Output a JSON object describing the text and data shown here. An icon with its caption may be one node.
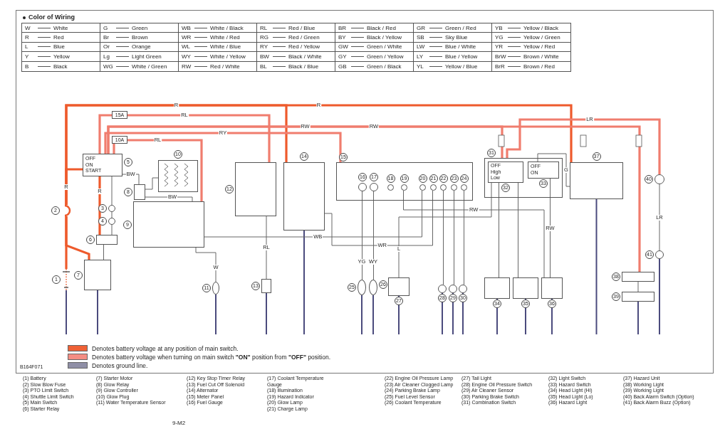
{
  "diagram": {
    "nodes": [
      {
        "text": [],
        "shape": "battery",
        "beside": [
          "1"
        ]
      },
      {
        "text": [],
        "shape": "fuse",
        "beside": [
          "2"
        ]
      },
      {
        "text": [
          "OFF",
          "ON",
          "START"
        ],
        "beside": [
          "5"
        ]
      },
      {
        "text": [],
        "shape": "box",
        "beside": [
          "8"
        ]
      },
      {
        "text": [],
        "shape": "coil",
        "beside": [
          "10"
        ]
      },
      {
        "text": [],
        "shape": "circle",
        "beside": [
          "3"
        ]
      },
      {
        "text": [],
        "shape": "circle",
        "beside": [
          "4"
        ]
      },
      {
        "text": [],
        "shape": "box",
        "beside": [
          "6"
        ]
      },
      {
        "text": [],
        "shape": "box",
        "beside": [
          "7"
        ]
      },
      {
        "text": [],
        "shape": "box",
        "beside": [
          "9"
        ]
      },
      {
        "text": [],
        "shape": "circle",
        "beside": [
          "11"
        ]
      },
      {
        "text": [],
        "shape": "box",
        "beside": [
          "12"
        ]
      },
      {
        "text": [],
        "shape": "box",
        "beside": [
          "13"
        ]
      },
      {
        "text": [],
        "shape": "box",
        "beside": [
          "14"
        ]
      },
      {
        "text": [],
        "shape": "box",
        "beside": [
          "15"
        ]
      },
      {
        "text": [],
        "shape": "circle",
        "in": 14,
        "beside": [
          "16"
        ]
      },
      {
        "text": [],
        "shape": "circle",
        "in": 14,
        "beside": [
          "17"
        ]
      },
      {
        "text": [],
        "shape": "circle",
        "in": 14,
        "beside": [
          "18"
        ]
      },
      {
        "text": [],
        "shape": "circle",
        "in": 14,
        "beside": [
          "19"
        ]
      },
      {
        "text": [],
        "shape": "circle",
        "in": 14,
        "beside": [
          "20"
        ]
      },
      {
        "text": [],
        "shape": "circle",
        "in": 14,
        "beside": [
          "21"
        ]
      },
      {
        "text": [],
        "shape": "circle",
        "in": 14,
        "beside": [
          "22"
        ]
      },
      {
        "text": [],
        "shape": "circle",
        "in": 14,
        "beside": [
          "23"
        ]
      },
      {
        "text": [],
        "shape": "circle",
        "in": 14,
        "beside": [
          "24"
        ]
      },
      {
        "text": [],
        "shape": "circle",
        "beside": [
          "25"
        ]
      },
      {
        "text": [],
        "shape": "circle",
        "beside": [
          "26"
        ]
      },
      {
        "text": [],
        "shape": "box",
        "beside": [
          "27"
        ]
      },
      {
        "text": [],
        "shape": "circle",
        "beside": [
          "28"
        ]
      },
      {
        "text": [],
        "shape": "circle",
        "beside": [
          "29"
        ]
      },
      {
        "text": [],
        "shape": "circle",
        "beside": [
          "30"
        ]
      },
      {
        "text": [],
        "shape": "box",
        "beside": [
          "31"
        ]
      },
      {
        "text": [
          "OFF",
          "High",
          "Low"
        ],
        "in": 30,
        "beside": [
          "32"
        ]
      },
      {
        "text": [
          "OFF",
          "ON"
        ],
        "in": 30,
        "beside": [
          "33"
        ]
      },
      {
        "text": [],
        "shape": "box",
        "beside": [
          "34"
        ]
      },
      {
        "text": [],
        "shape": "box",
        "beside": [
          "35"
        ]
      },
      {
        "text": [],
        "shape": "box",
        "beside": [
          "36"
        ]
      },
      {
        "text": [],
        "shape": "box",
        "beside": [
          "37"
        ]
      },
      {
        "text": [],
        "shape": "box",
        "beside": [
          "38"
        ]
      },
      {
        "text": [],
        "shape": "box",
        "beside": [
          "39"
        ]
      },
      {
        "text": [],
        "shape": "circle",
        "beside": [
          "40"
        ]
      },
      {
        "text": [],
        "shape": "circle",
        "beside": [
          "41"
        ]
      }
    ],
    "edges": [
      {
        "from": 0,
        "to": 1,
        "arrow": "none",
        "style": "thick",
        "color": "#ee5a2c"
      },
      {
        "from": 1,
        "to": 8,
        "arrow": "none",
        "style": "thick",
        "color": "#ee5a2c"
      },
      {
        "from": 1,
        "to": 2,
        "arrow": "none",
        "label": "R",
        "style": "thick",
        "color": "#ee5a2c"
      },
      {
        "from": 2,
        "to": 7,
        "arrow": "none",
        "label": "R",
        "style": "thick",
        "color": "#ee5a2c"
      },
      {
        "from": 2,
        "to": 11,
        "arrow": "none",
        "label": "RL",
        "style": "thick",
        "color": "#f07d6e"
      },
      {
        "from": 1,
        "to": 13,
        "arrow": "none",
        "label": "R",
        "style": "thick",
        "color": "#ee5a2c"
      },
      {
        "from": 1,
        "to": 36,
        "arrow": "none",
        "label": "R",
        "style": "thick",
        "color": "#ee5a2c"
      },
      {
        "from": 2,
        "to": 14,
        "arrow": "none",
        "label": "RY",
        "style": "thick",
        "color": "#f07d6e"
      },
      {
        "from": 2,
        "to": 30,
        "arrow": "none",
        "label": "RW",
        "style": "thick",
        "color": "#f07d6e"
      },
      {
        "from": 2,
        "to": 37,
        "arrow": "none",
        "label": "RW",
        "style": "thick",
        "color": "#f07d6e"
      },
      {
        "from": 30,
        "to": 39,
        "arrow": "none",
        "label": "LR",
        "style": "thick",
        "color": "#f07d6e"
      },
      {
        "from": 39,
        "to": 40,
        "arrow": "none",
        "label": "LR"
      },
      {
        "from": 2,
        "to": 3,
        "arrow": "none",
        "label": "BW"
      },
      {
        "from": 3,
        "to": 4,
        "arrow": "none"
      },
      {
        "from": 2,
        "to": 9,
        "arrow": "none",
        "label": "RL",
        "style": "thick",
        "color": "#f07d6e"
      },
      {
        "from": 9,
        "to": 3,
        "arrow": "none",
        "label": "BW"
      },
      {
        "from": 9,
        "to": 19,
        "arrow": "none",
        "label": "WB"
      },
      {
        "from": 13,
        "to": 20,
        "arrow": "none",
        "label": "WR"
      },
      {
        "from": 11,
        "to": 12,
        "arrow": "none",
        "label": "RL"
      },
      {
        "from": 9,
        "to": 10,
        "arrow": "none",
        "label": "W"
      },
      {
        "from": 15,
        "to": 24,
        "arrow": "none",
        "label": "YG"
      },
      {
        "from": 16,
        "to": 25,
        "arrow": "none",
        "label": "WY"
      },
      {
        "from": 21,
        "to": 27,
        "arrow": "none"
      },
      {
        "from": 22,
        "to": 28,
        "arrow": "none"
      },
      {
        "from": 23,
        "to": 29,
        "arrow": "none"
      },
      {
        "from": 31,
        "to": 33,
        "arrow": "none"
      },
      {
        "from": 31,
        "to": 34,
        "arrow": "none"
      },
      {
        "from": 31,
        "to": 26,
        "arrow": "none",
        "label": "L"
      },
      {
        "from": 32,
        "to": 35,
        "arrow": "none",
        "label": "RW"
      },
      {
        "from": 32,
        "to": 36,
        "arrow": "none",
        "label": "G"
      },
      {
        "from": 18,
        "to": 35,
        "arrow": "none",
        "label": "RW"
      },
      {
        "from": 2,
        "to": 5,
        "arrow": "none"
      },
      {
        "from": 5,
        "to": 6,
        "arrow": "none"
      },
      {
        "from": 6,
        "to": 7,
        "arrow": "none"
      },
      {
        "from": 7,
        "to": 8,
        "arrow": "none"
      },
      {
        "from": 37,
        "to": 38,
        "arrow": "none"
      }
    ],
    "labels": [
      "Color of Wiring",
      "W",
      "White",
      "G",
      "Green",
      "WB",
      "White / Black",
      "RL",
      "Red / Blue",
      "BR",
      "Black / Red",
      "GR",
      "Green / Red",
      "YB",
      "Yellow / Black",
      "R",
      "Red",
      "Br",
      "Brown",
      "WR",
      "White / Red",
      "RG",
      "Red / Green",
      "BY",
      "Black / Yellow",
      "SB",
      "Sky Blue",
      "YG",
      "Yellow / Green",
      "L",
      "Blue",
      "Or",
      "Orange",
      "WL",
      "White / Blue",
      "RY",
      "Red / Yellow",
      "GW",
      "Green / White",
      "LW",
      "Blue / White",
      "YR",
      "Yellow / Red",
      "Y",
      "Yellow",
      "Lg",
      "Light Green",
      "WY",
      "White / Yellow",
      "BW",
      "Black / White",
      "GY",
      "Green / Yellow",
      "LY",
      "Blue / Yellow",
      "BrW",
      "Brown / White",
      "B",
      "Black",
      "WG",
      "White / Green",
      "RW",
      "Red / White",
      "BL",
      "Black / Blue",
      "GB",
      "Green / Black",
      "YL",
      "Yellow / Blue",
      "BrR",
      "Brown / Red",
      "15A",
      "10A",
      "B164F071",
      "(1) Battery",
      "(2) Slow Blow Fuse",
      "(3) PTO Limit Switch",
      "(4) Shuttle Limit Switch",
      "(5) Main Switch",
      "(6) Starter Relay",
      "(7) Starter Motor",
      "(8) Glow Relay",
      "(9) Glow Controller",
      "(10) Glow Plug",
      "(11) Water Temperature Sensor",
      "(12) Key Stop Timer Relay",
      "(13) Fuel Cut Off Solenoid",
      "(14) Alternator",
      "(15) Meter Panel",
      "(16) Fuel Gauge",
      "(17) Coolant Temperature Gauge",
      "(18) Illumination",
      "(19) Hazard Indicator",
      "(20) Glow Lamp",
      "(21) Charge Lamp",
      "(22) Engine Oil Pressure Lamp",
      "(23) Air Cleaner Clogged Lamp",
      "(24) Parking Brake Lamp",
      "(25) Fuel Level Sensor",
      "(26) Coolant Temperature",
      "(27) Tail Light",
      "(28) Engine Oil Pressure Switch",
      "(29) Air Cleaner Sensor",
      "(30) Parking Brake Switch",
      "(31) Combination Switch",
      "(32) Light Switch",
      "(33) Hazard Switch",
      "(34) Head Light (Hi)",
      "(35) Head Light (Lo)",
      "(36) Hazard Light",
      "(37) Hazard Unit",
      "(38) Working Light",
      "(39) Working Light",
      "(40) Back Alarm Switch (Option)",
      "(41) Back Alarm Buzz (Option)",
      "9-M2"
    ],
    "legend": [
      {
        "text": "Denotes battery voltage at any position of main switch.",
        "color": "#ef6136"
      },
      {
        "text": "Denotes battery voltage when turning on main switch **\"ON\"** position from **\"OFF\"** position.",
        "color": "#f48d83"
      },
      {
        "text": "Denotes ground line.",
        "color": "#8f8fa6"
      }
    ]
  }
}
